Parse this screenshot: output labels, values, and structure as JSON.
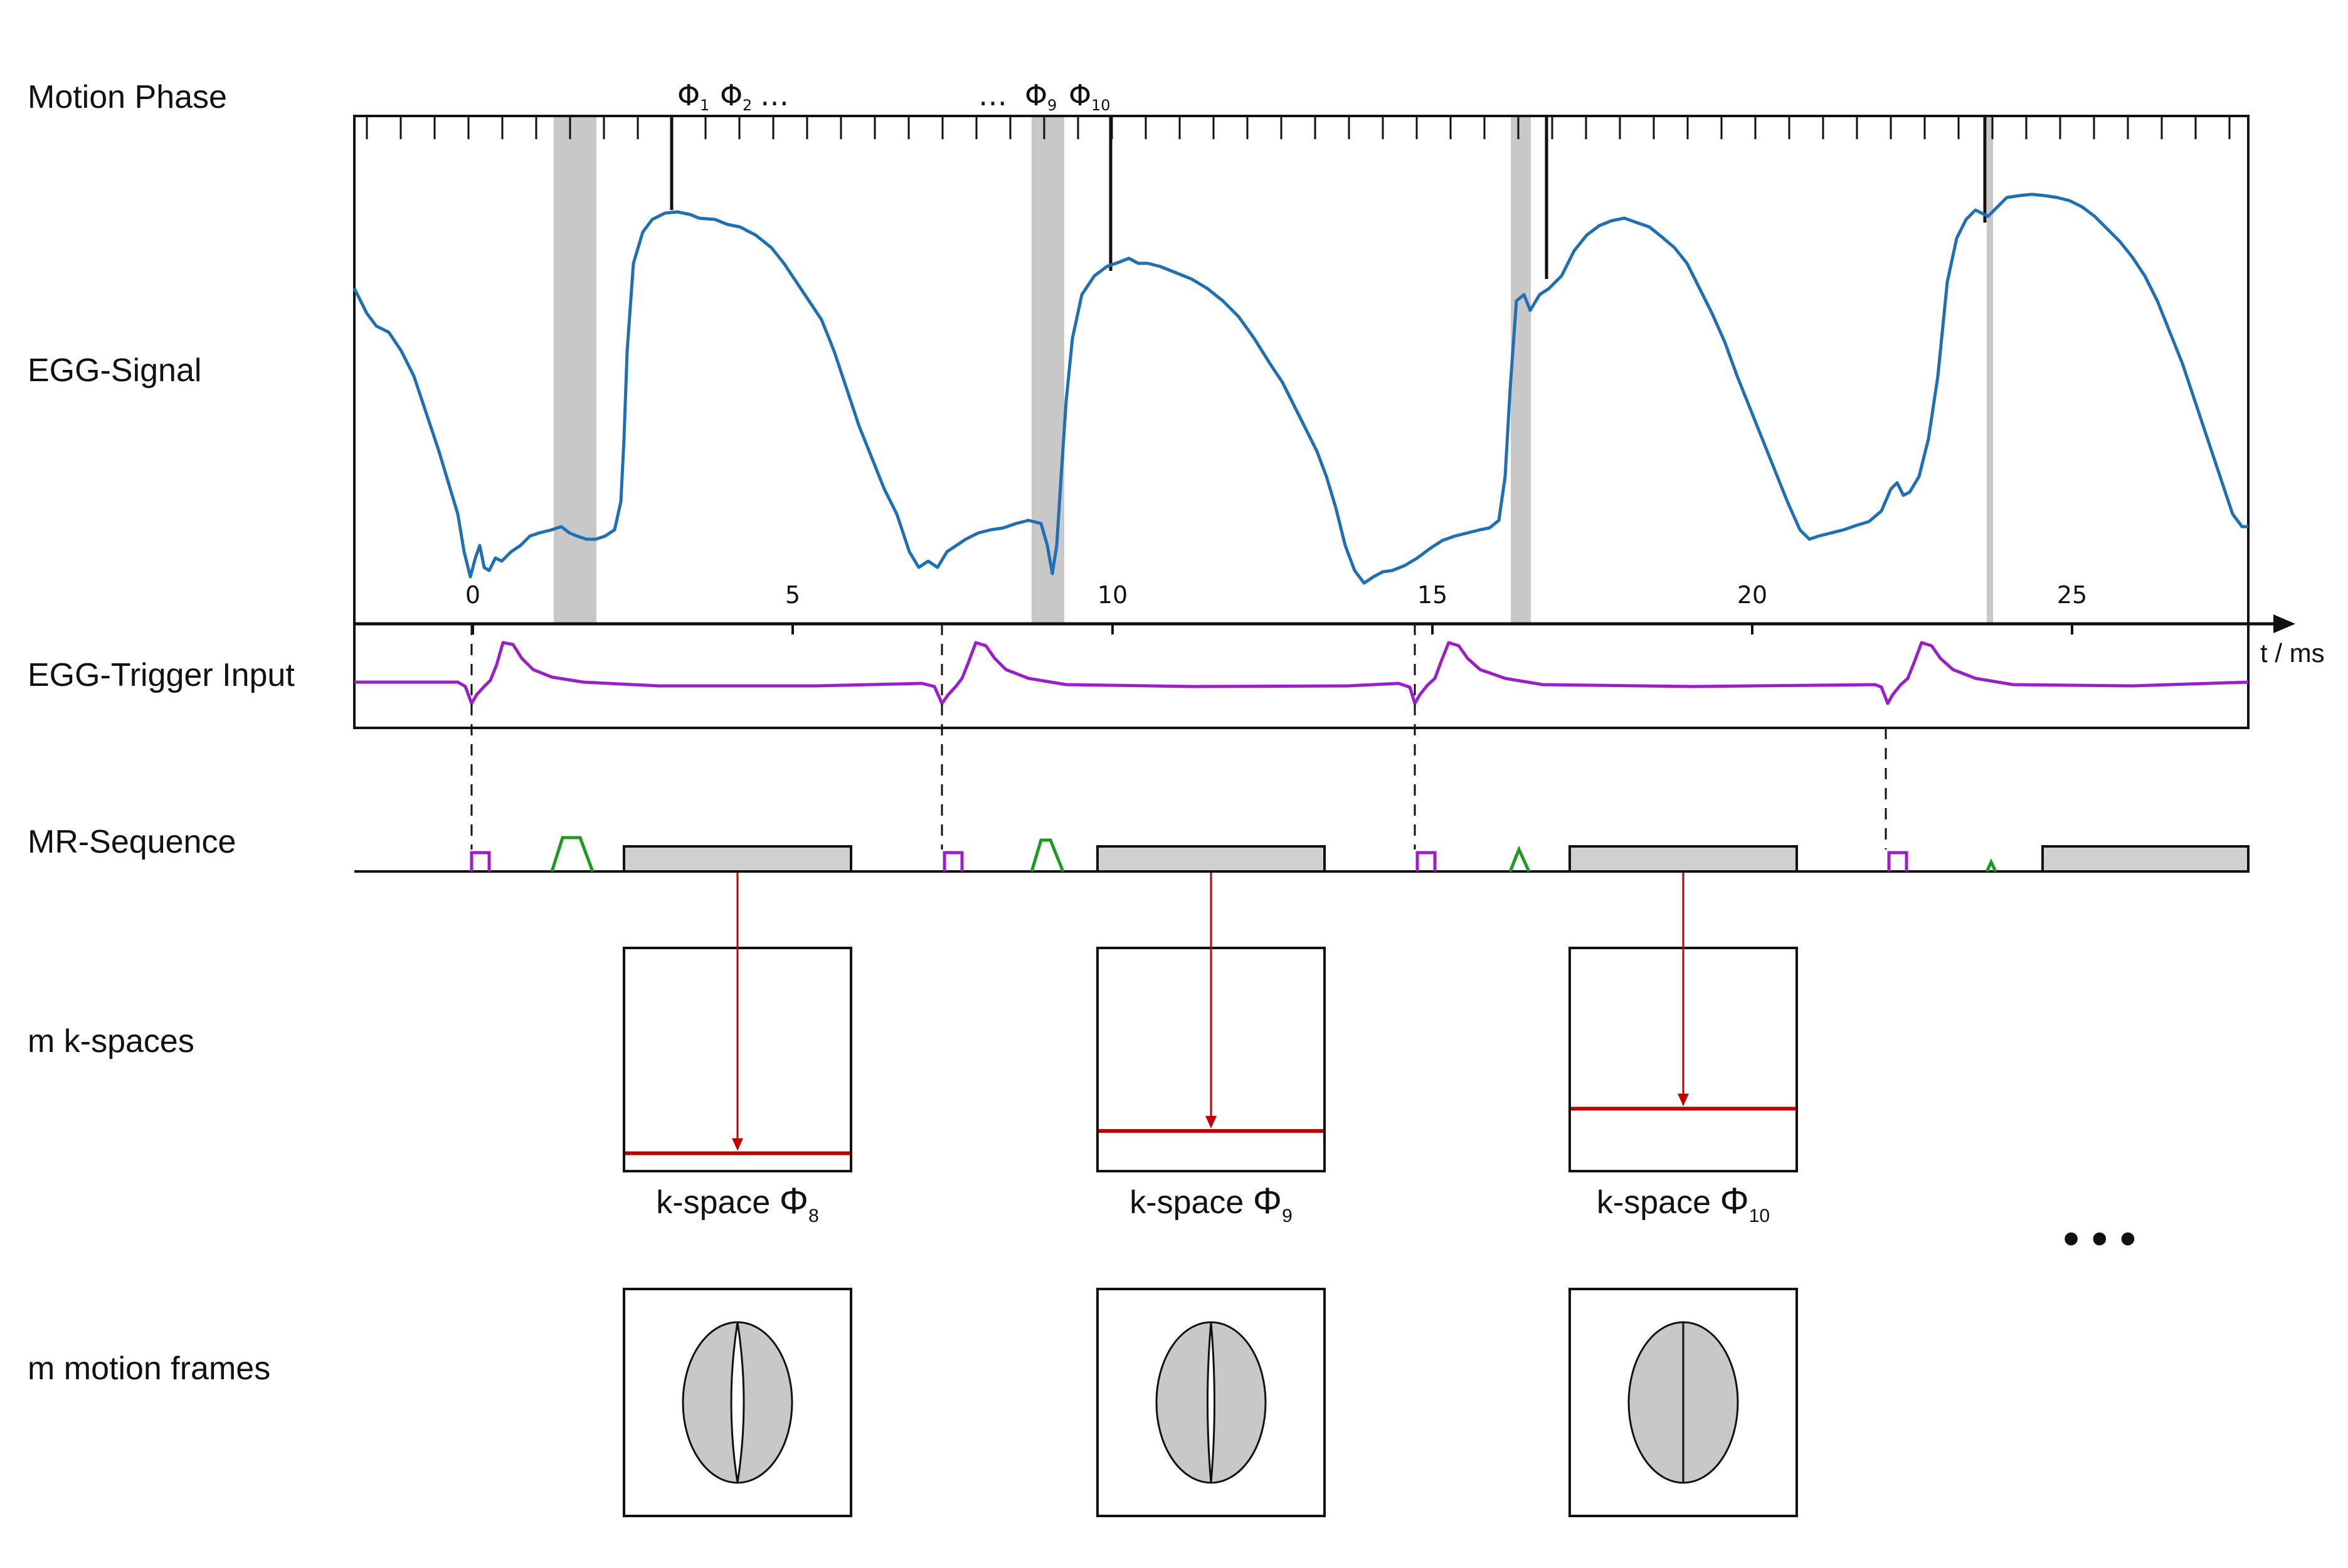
{
  "row_labels": {
    "motion_phase": "Motion Phase",
    "egg_signal": "EGG-Signal",
    "trigger_input": "EGG-Trigger Input",
    "mr_sequence": "MR-Sequence",
    "kspaces": "m k-spaces",
    "motion_frames": "m motion frames"
  },
  "phase_annotations": {
    "phi_symbol": "Φ",
    "phi1_sub": "1",
    "phi2_sub": "2",
    "phi9_sub": "9",
    "phi10_sub": "10",
    "ellipsis": "…"
  },
  "time_axis": {
    "unit_label": "t / ms",
    "ticks": [
      0,
      5,
      10,
      15,
      20,
      25
    ],
    "tick_labels": [
      "0",
      "5",
      "10",
      "15",
      "20",
      "25"
    ]
  },
  "kspace_panels": [
    {
      "prefix": "k-space ",
      "symbol": "Φ",
      "sub": "8",
      "line_fraction": 0.92
    },
    {
      "prefix": "k-space ",
      "symbol": "Φ",
      "sub": "9",
      "line_fraction": 0.82
    },
    {
      "prefix": "k-space ",
      "symbol": "Φ",
      "sub": "10",
      "line_fraction": 0.72
    }
  ],
  "continuation_dots": "• • •",
  "colors": {
    "egg_signal": "#1f6fb4",
    "trigger": "#9b1fc9",
    "readout_gradient": "#1e9a1e",
    "kspace_line": "#c00000",
    "shading": "#c8c8c8",
    "frame_fill": "#c8c8c8"
  }
}
